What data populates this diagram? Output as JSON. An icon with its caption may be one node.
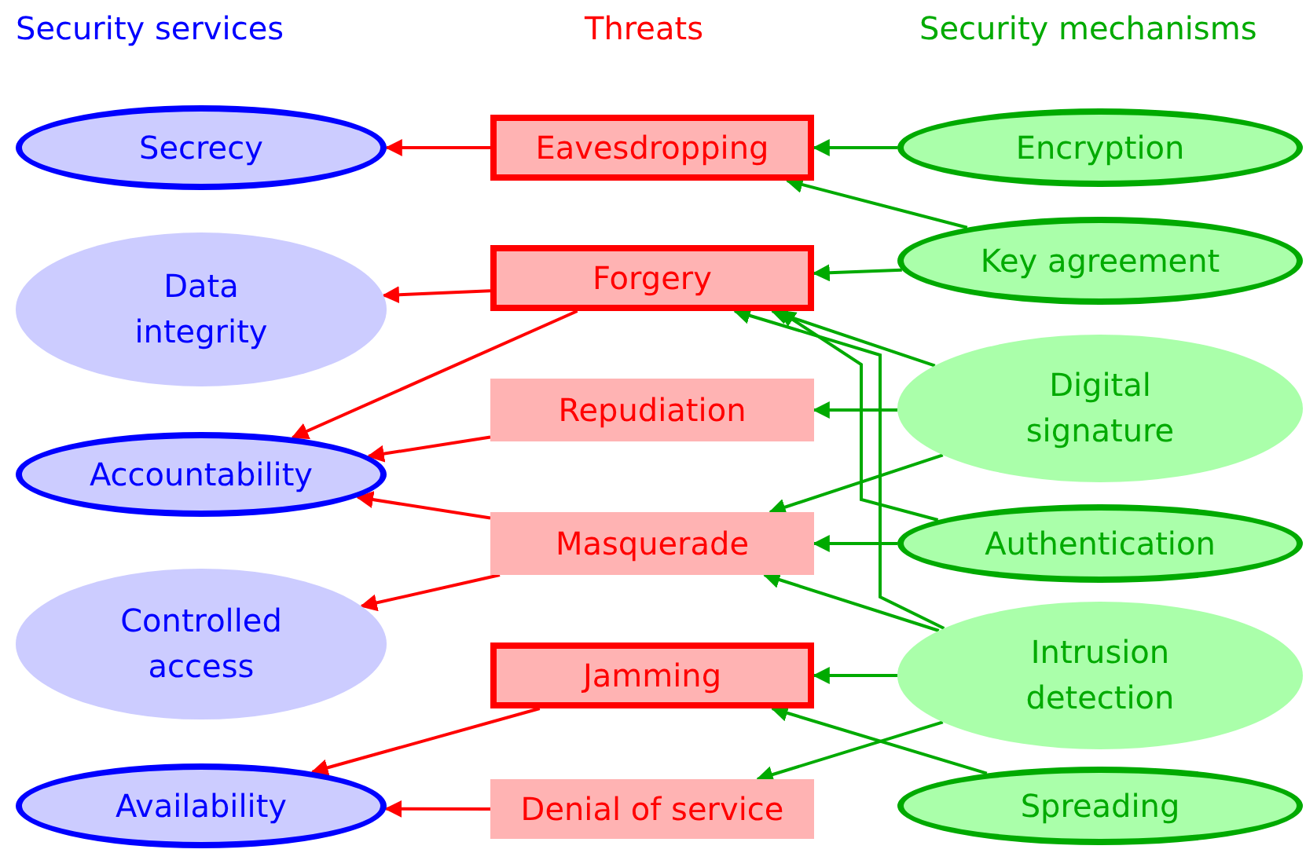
{
  "diagram": {
    "nodes": [
      {
        "text": [
          "Secrecy"
        ]
      },
      {
        "text": [
          "Data integrity"
        ]
      },
      {
        "text": [
          "Accountability"
        ]
      },
      {
        "text": [
          "Controlled access"
        ]
      },
      {
        "text": [
          "Availability"
        ]
      },
      {
        "text": [
          "Eavesdropping"
        ]
      },
      {
        "text": [
          "Forgery"
        ]
      },
      {
        "text": [
          "Repudiation"
        ]
      },
      {
        "text": [
          "Masquerade"
        ]
      },
      {
        "text": [
          "Jamming"
        ]
      },
      {
        "text": [
          "Denial of service"
        ]
      },
      {
        "text": [
          "Encryption"
        ]
      },
      {
        "text": [
          "Key agreement"
        ]
      },
      {
        "text": [
          "Digital signature"
        ]
      },
      {
        "text": [
          "Authentication"
        ]
      },
      {
        "text": [
          "Intrusion detection"
        ]
      },
      {
        "text": [
          "Spreading"
        ]
      }
    ],
    "edges": [
      {
        "from": 5,
        "to": 0,
        "arrow": "to",
        "color": "#ff0000"
      },
      {
        "from": 6,
        "to": 1,
        "arrow": "to",
        "color": "#ff0000"
      },
      {
        "from": 6,
        "to": 2,
        "arrow": "to",
        "color": "#ff0000"
      },
      {
        "from": 7,
        "to": 2,
        "arrow": "to",
        "color": "#ff0000"
      },
      {
        "from": 8,
        "to": 2,
        "arrow": "to",
        "color": "#ff0000"
      },
      {
        "from": 8,
        "to": 3,
        "arrow": "to",
        "color": "#ff0000"
      },
      {
        "from": 9,
        "to": 4,
        "arrow": "to",
        "color": "#ff0000"
      },
      {
        "from": 10,
        "to": 4,
        "arrow": "to",
        "color": "#ff0000"
      },
      {
        "from": 11,
        "to": 5,
        "arrow": "to"
      },
      {
        "from": 12,
        "to": 5,
        "arrow": "to"
      },
      {
        "from": 12,
        "to": 6,
        "arrow": "to"
      },
      {
        "from": 13,
        "to": 6,
        "arrow": "to"
      },
      {
        "from": 13,
        "to": 7,
        "arrow": "to"
      },
      {
        "from": 13,
        "to": 8,
        "arrow": "to"
      },
      {
        "from": 14,
        "to": 6,
        "arrow": "to"
      },
      {
        "from": 14,
        "to": 8,
        "arrow": "to"
      },
      {
        "from": 15,
        "to": 6,
        "arrow": "to"
      },
      {
        "from": 15,
        "to": 9,
        "arrow": "to"
      },
      {
        "from": 15,
        "to": 8,
        "arrow": "to"
      },
      {
        "from": 15,
        "to": 10,
        "arrow": "to"
      },
      {
        "from": 16,
        "to": 9,
        "arrow": "to"
      }
    ],
    "labels": [
      "Security services",
      "Threats",
      "Security mechanisms"
    ]
  }
}
